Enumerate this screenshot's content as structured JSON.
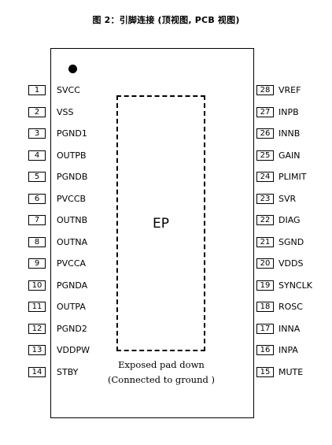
{
  "title": "图 2：引脚连接 (顶视图, PCB 视图)",
  "ep": {
    "label": "EP",
    "note_line1": "Exposed pad down",
    "note_line2": "(Connected to ground )"
  },
  "pins_left": [
    {
      "num": "1",
      "name": "SVCC"
    },
    {
      "num": "2",
      "name": "VSS"
    },
    {
      "num": "3",
      "name": "PGND1"
    },
    {
      "num": "4",
      "name": "OUTPB"
    },
    {
      "num": "5",
      "name": "PGNDB"
    },
    {
      "num": "6",
      "name": "PVCCB"
    },
    {
      "num": "7",
      "name": "OUTNB"
    },
    {
      "num": "8",
      "name": "OUTNA"
    },
    {
      "num": "9",
      "name": "PVCCA"
    },
    {
      "num": "10",
      "name": "PGNDA"
    },
    {
      "num": "11",
      "name": "OUTPA"
    },
    {
      "num": "12",
      "name": "PGND2"
    },
    {
      "num": "13",
      "name": "VDDPW"
    },
    {
      "num": "14",
      "name": "STBY"
    }
  ],
  "pins_right": [
    {
      "num": "28",
      "name": "VREF"
    },
    {
      "num": "27",
      "name": "INPB"
    },
    {
      "num": "26",
      "name": "INNB"
    },
    {
      "num": "25",
      "name": "GAIN"
    },
    {
      "num": "24",
      "name": "PLIMIT"
    },
    {
      "num": "23",
      "name": "SVR"
    },
    {
      "num": "22",
      "name": "DIAG"
    },
    {
      "num": "21",
      "name": "SGND"
    },
    {
      "num": "20",
      "name": "VDDS"
    },
    {
      "num": "19",
      "name": "SYNCLK"
    },
    {
      "num": "18",
      "name": "ROSC"
    },
    {
      "num": "17",
      "name": "INNA"
    },
    {
      "num": "16",
      "name": "INPA"
    },
    {
      "num": "15",
      "name": "MUTE"
    }
  ]
}
